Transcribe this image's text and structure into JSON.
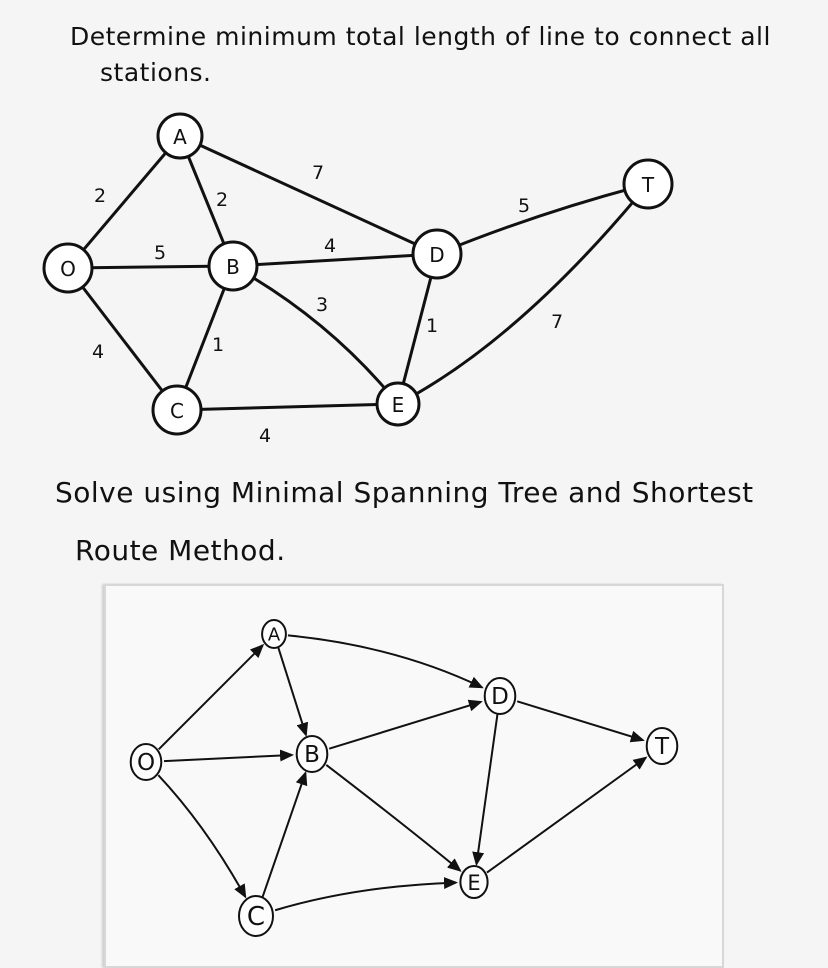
{
  "instructions": {
    "line1": "Determine minimum total length of line to connect all",
    "line2": "stations.",
    "line3": "Solve using Minimal Spanning Tree and Shortest",
    "line4": "Route Method."
  },
  "network": {
    "nodes": [
      {
        "id": "O",
        "label": "O"
      },
      {
        "id": "A",
        "label": "A"
      },
      {
        "id": "B",
        "label": "B"
      },
      {
        "id": "C",
        "label": "C"
      },
      {
        "id": "D",
        "label": "D"
      },
      {
        "id": "E",
        "label": "E"
      },
      {
        "id": "T",
        "label": "T"
      }
    ],
    "edges": [
      {
        "from": "O",
        "to": "A",
        "weight": "2"
      },
      {
        "from": "O",
        "to": "B",
        "weight": "5"
      },
      {
        "from": "O",
        "to": "C",
        "weight": "4"
      },
      {
        "from": "A",
        "to": "B",
        "weight": "2"
      },
      {
        "from": "A",
        "to": "D",
        "weight": "7"
      },
      {
        "from": "B",
        "to": "C",
        "weight": "1"
      },
      {
        "from": "B",
        "to": "D",
        "weight": "4"
      },
      {
        "from": "B",
        "to": "E",
        "weight": "3"
      },
      {
        "from": "C",
        "to": "E",
        "weight": "4"
      },
      {
        "from": "D",
        "to": "E",
        "weight": "1"
      },
      {
        "from": "D",
        "to": "T",
        "weight": "5"
      },
      {
        "from": "E",
        "to": "T",
        "weight": "7"
      }
    ]
  },
  "directed_network": {
    "nodes": [
      {
        "id": "O",
        "label": "O"
      },
      {
        "id": "A",
        "label": "A"
      },
      {
        "id": "B",
        "label": "B"
      },
      {
        "id": "C",
        "label": "C"
      },
      {
        "id": "D",
        "label": "D"
      },
      {
        "id": "E",
        "label": "E"
      },
      {
        "id": "T",
        "label": "T"
      }
    ],
    "arcs": [
      {
        "from": "O",
        "to": "A"
      },
      {
        "from": "O",
        "to": "B"
      },
      {
        "from": "O",
        "to": "C"
      },
      {
        "from": "A",
        "to": "B"
      },
      {
        "from": "A",
        "to": "D"
      },
      {
        "from": "C",
        "to": "B"
      },
      {
        "from": "B",
        "to": "D"
      },
      {
        "from": "B",
        "to": "E"
      },
      {
        "from": "C",
        "to": "E"
      },
      {
        "from": "D",
        "to": "E"
      },
      {
        "from": "D",
        "to": "T"
      },
      {
        "from": "E",
        "to": "T"
      }
    ]
  }
}
